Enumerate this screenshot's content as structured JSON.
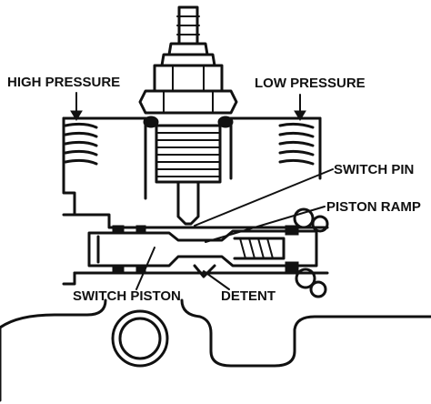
{
  "labels": {
    "high_pressure": "HIGH PRESSURE",
    "low_pressure": "LOW PRESSURE",
    "switch_pin": "SWITCH PIN",
    "piston_ramp": "PISTON RAMP",
    "switch_piston": "SWITCH PISTON",
    "detent": "DETENT"
  }
}
